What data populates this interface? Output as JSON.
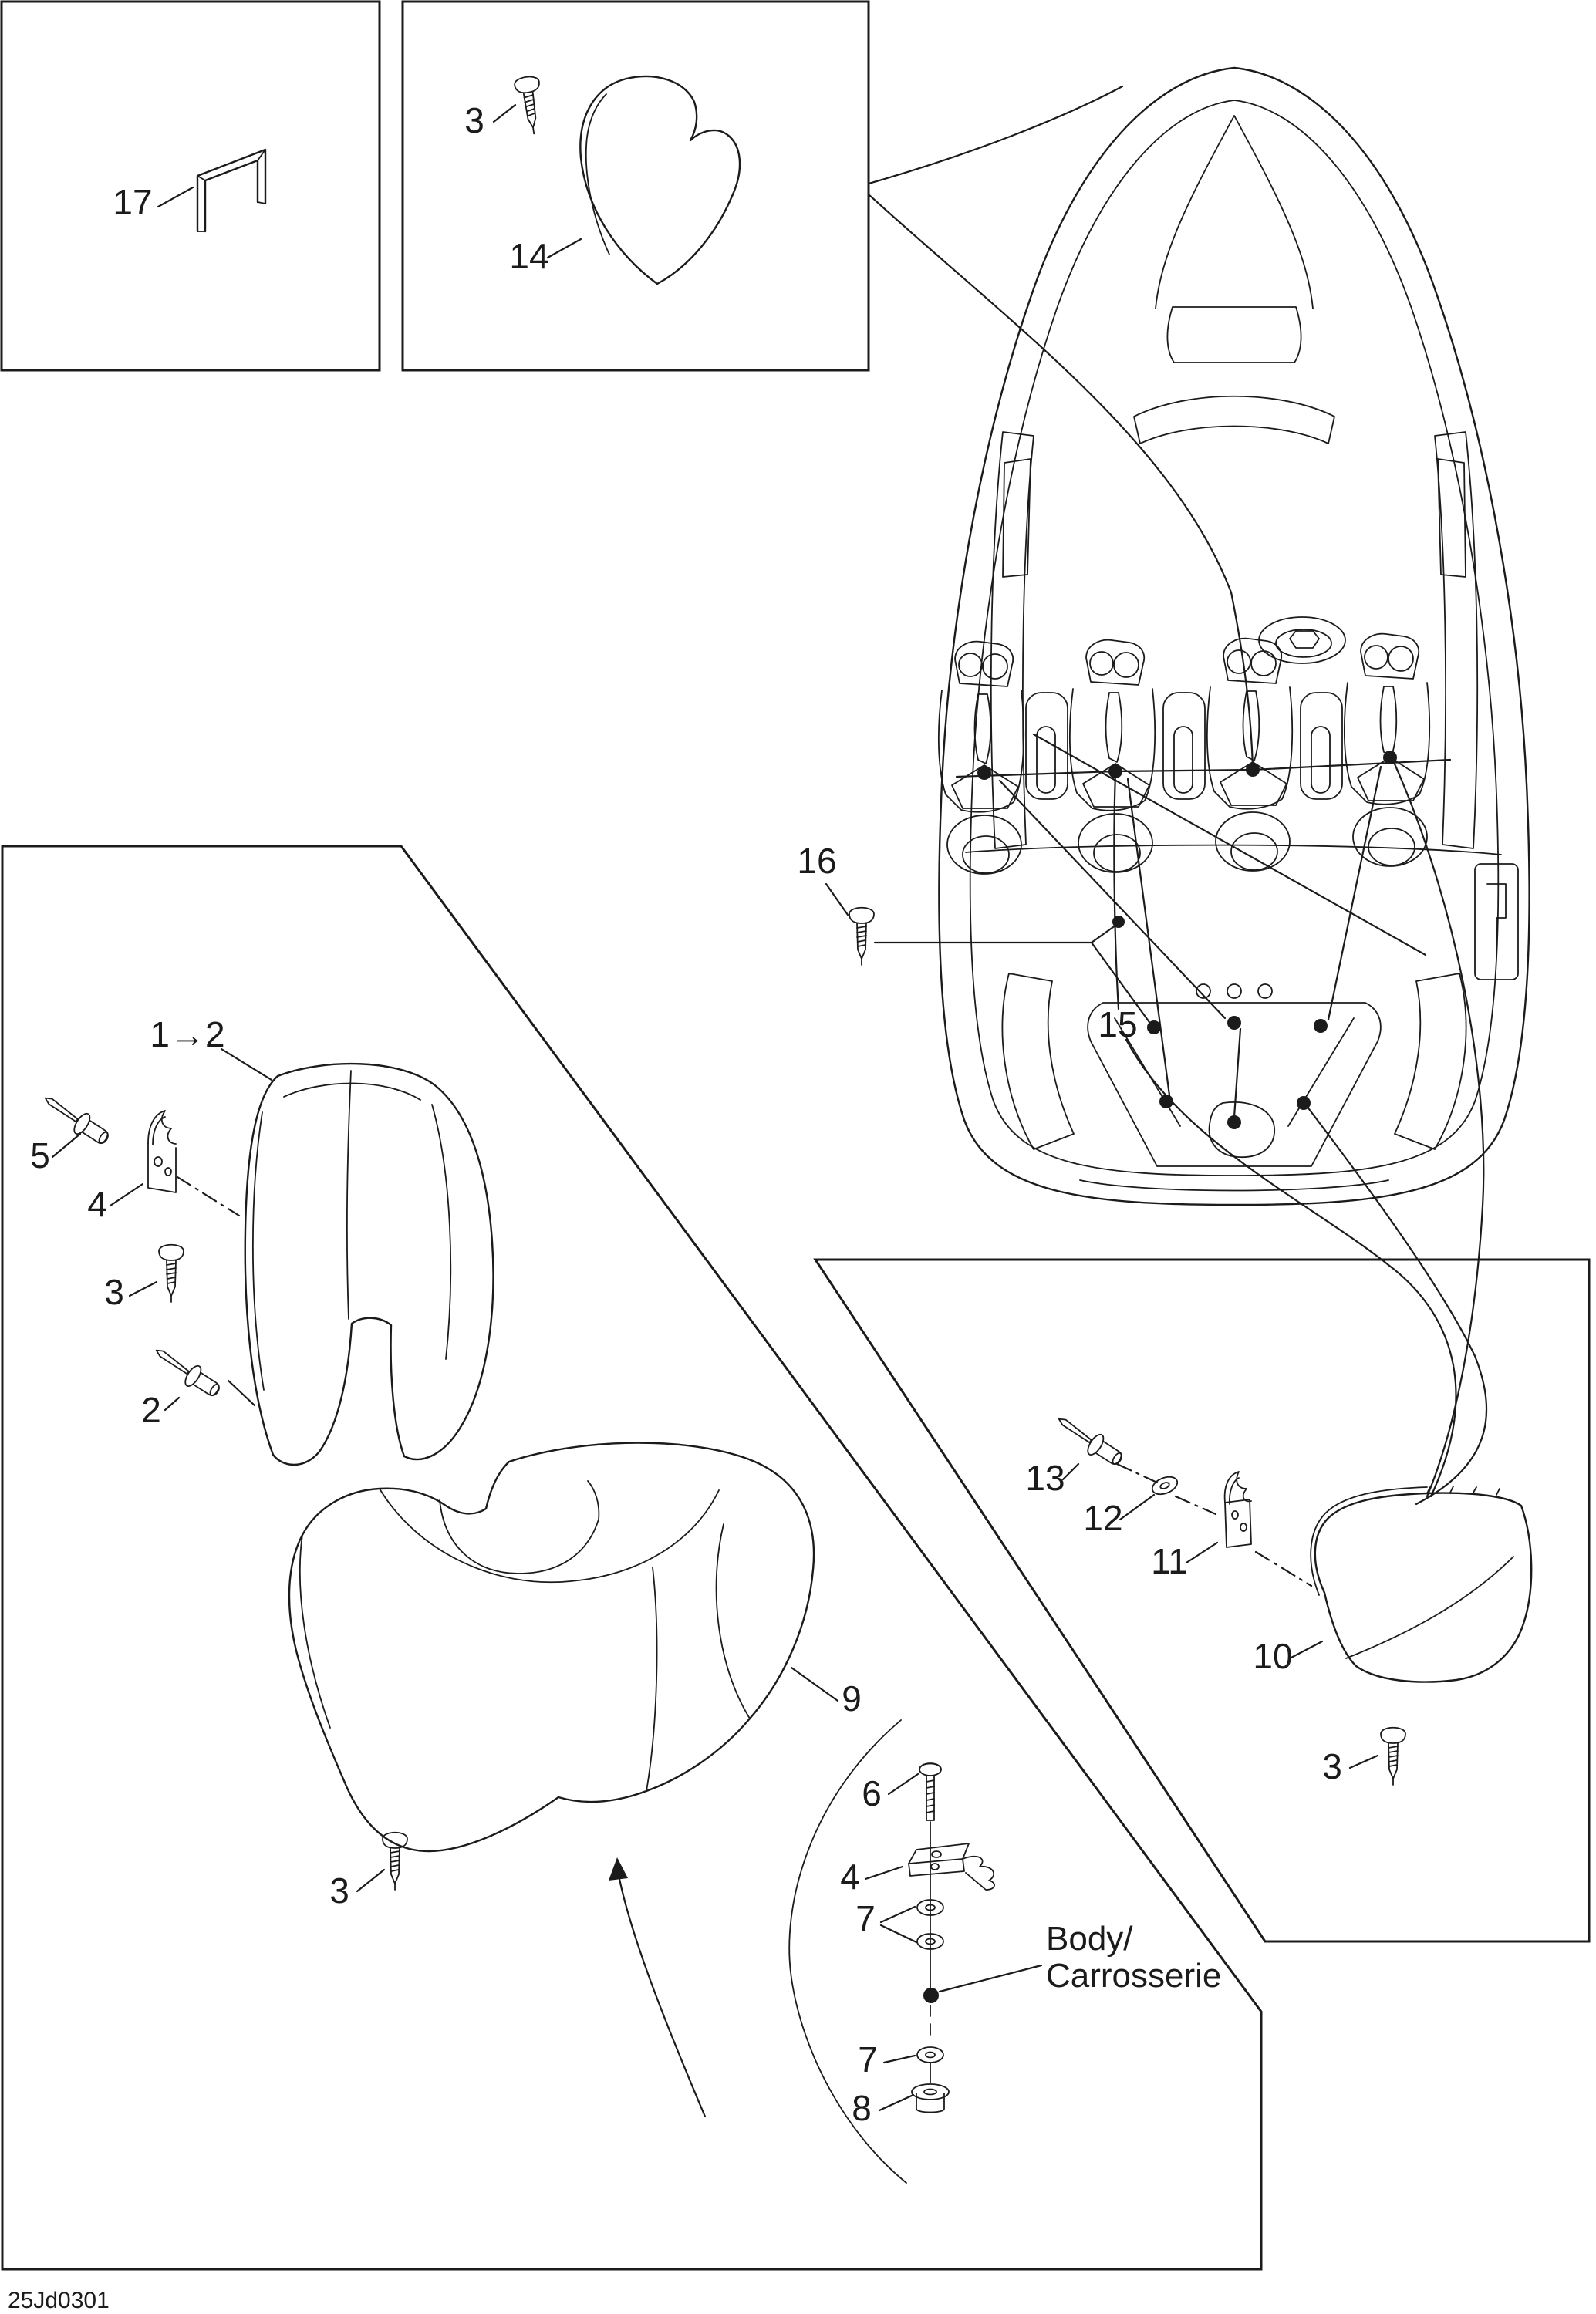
{
  "diagram": {
    "title_code": "25Jd0301",
    "body_label": {
      "line1": "Body/",
      "line2": "Carrosserie"
    },
    "colors": {
      "ink": "#1b1b1b",
      "background": "#ffffff"
    },
    "callouts": [
      {
        "id": "17",
        "text": "17"
      },
      {
        "id": "3-top",
        "text": "3"
      },
      {
        "id": "14",
        "text": "14"
      },
      {
        "id": "16",
        "text": "16"
      },
      {
        "id": "15",
        "text": "15"
      },
      {
        "id": "1-to-2",
        "text": "1→2"
      },
      {
        "id": "5",
        "text": "5"
      },
      {
        "id": "4-left",
        "text": "4"
      },
      {
        "id": "3-left",
        "text": "3"
      },
      {
        "id": "2",
        "text": "2"
      },
      {
        "id": "9",
        "text": "9"
      },
      {
        "id": "3-seat",
        "text": "3"
      },
      {
        "id": "13",
        "text": "13"
      },
      {
        "id": "12",
        "text": "12"
      },
      {
        "id": "11",
        "text": "11"
      },
      {
        "id": "10",
        "text": "10"
      },
      {
        "id": "3-right",
        "text": "3"
      },
      {
        "id": "6",
        "text": "6"
      },
      {
        "id": "4-bottom",
        "text": "4"
      },
      {
        "id": "7-upper",
        "text": "7"
      },
      {
        "id": "7-lower",
        "text": "7"
      },
      {
        "id": "8",
        "text": "8"
      }
    ]
  }
}
